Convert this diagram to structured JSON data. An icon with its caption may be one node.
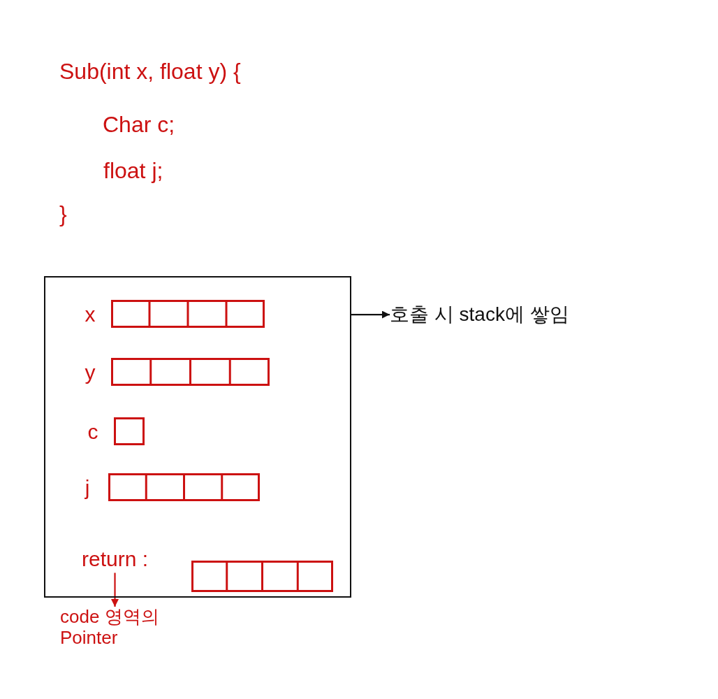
{
  "diagram": {
    "nodes": [
      {
        "text": [],
        "shape": "box"
      },
      {
        "text": [],
        "shape": "bar",
        "in": 0,
        "beside": [
          "x"
        ]
      },
      {
        "text": [],
        "shape": "bar",
        "in": 0,
        "beside": [
          "y"
        ]
      },
      {
        "text": [],
        "shape": "bar",
        "in": 0,
        "beside": [
          "c"
        ]
      },
      {
        "text": [],
        "shape": "bar",
        "in": 0,
        "beside": [
          "j"
        ]
      },
      {
        "text": [
          "return :"
        ],
        "in": 0
      },
      {
        "text": [],
        "shape": "bar",
        "in": 0
      },
      {
        "text": [
          "호출 시 stack에 쌓임"
        ]
      },
      {
        "text": [
          "code 영역의 Pointer"
        ]
      }
    ],
    "edges": [
      {
        "from": 0,
        "to": 7,
        "arrow": "to"
      },
      {
        "from": 5,
        "to": 8,
        "arrow": "to",
        "color": "#cc1111"
      }
    ],
    "labels": [
      "Sub(int x, float y) {",
      "Char c;",
      "float j;",
      "}"
    ]
  }
}
